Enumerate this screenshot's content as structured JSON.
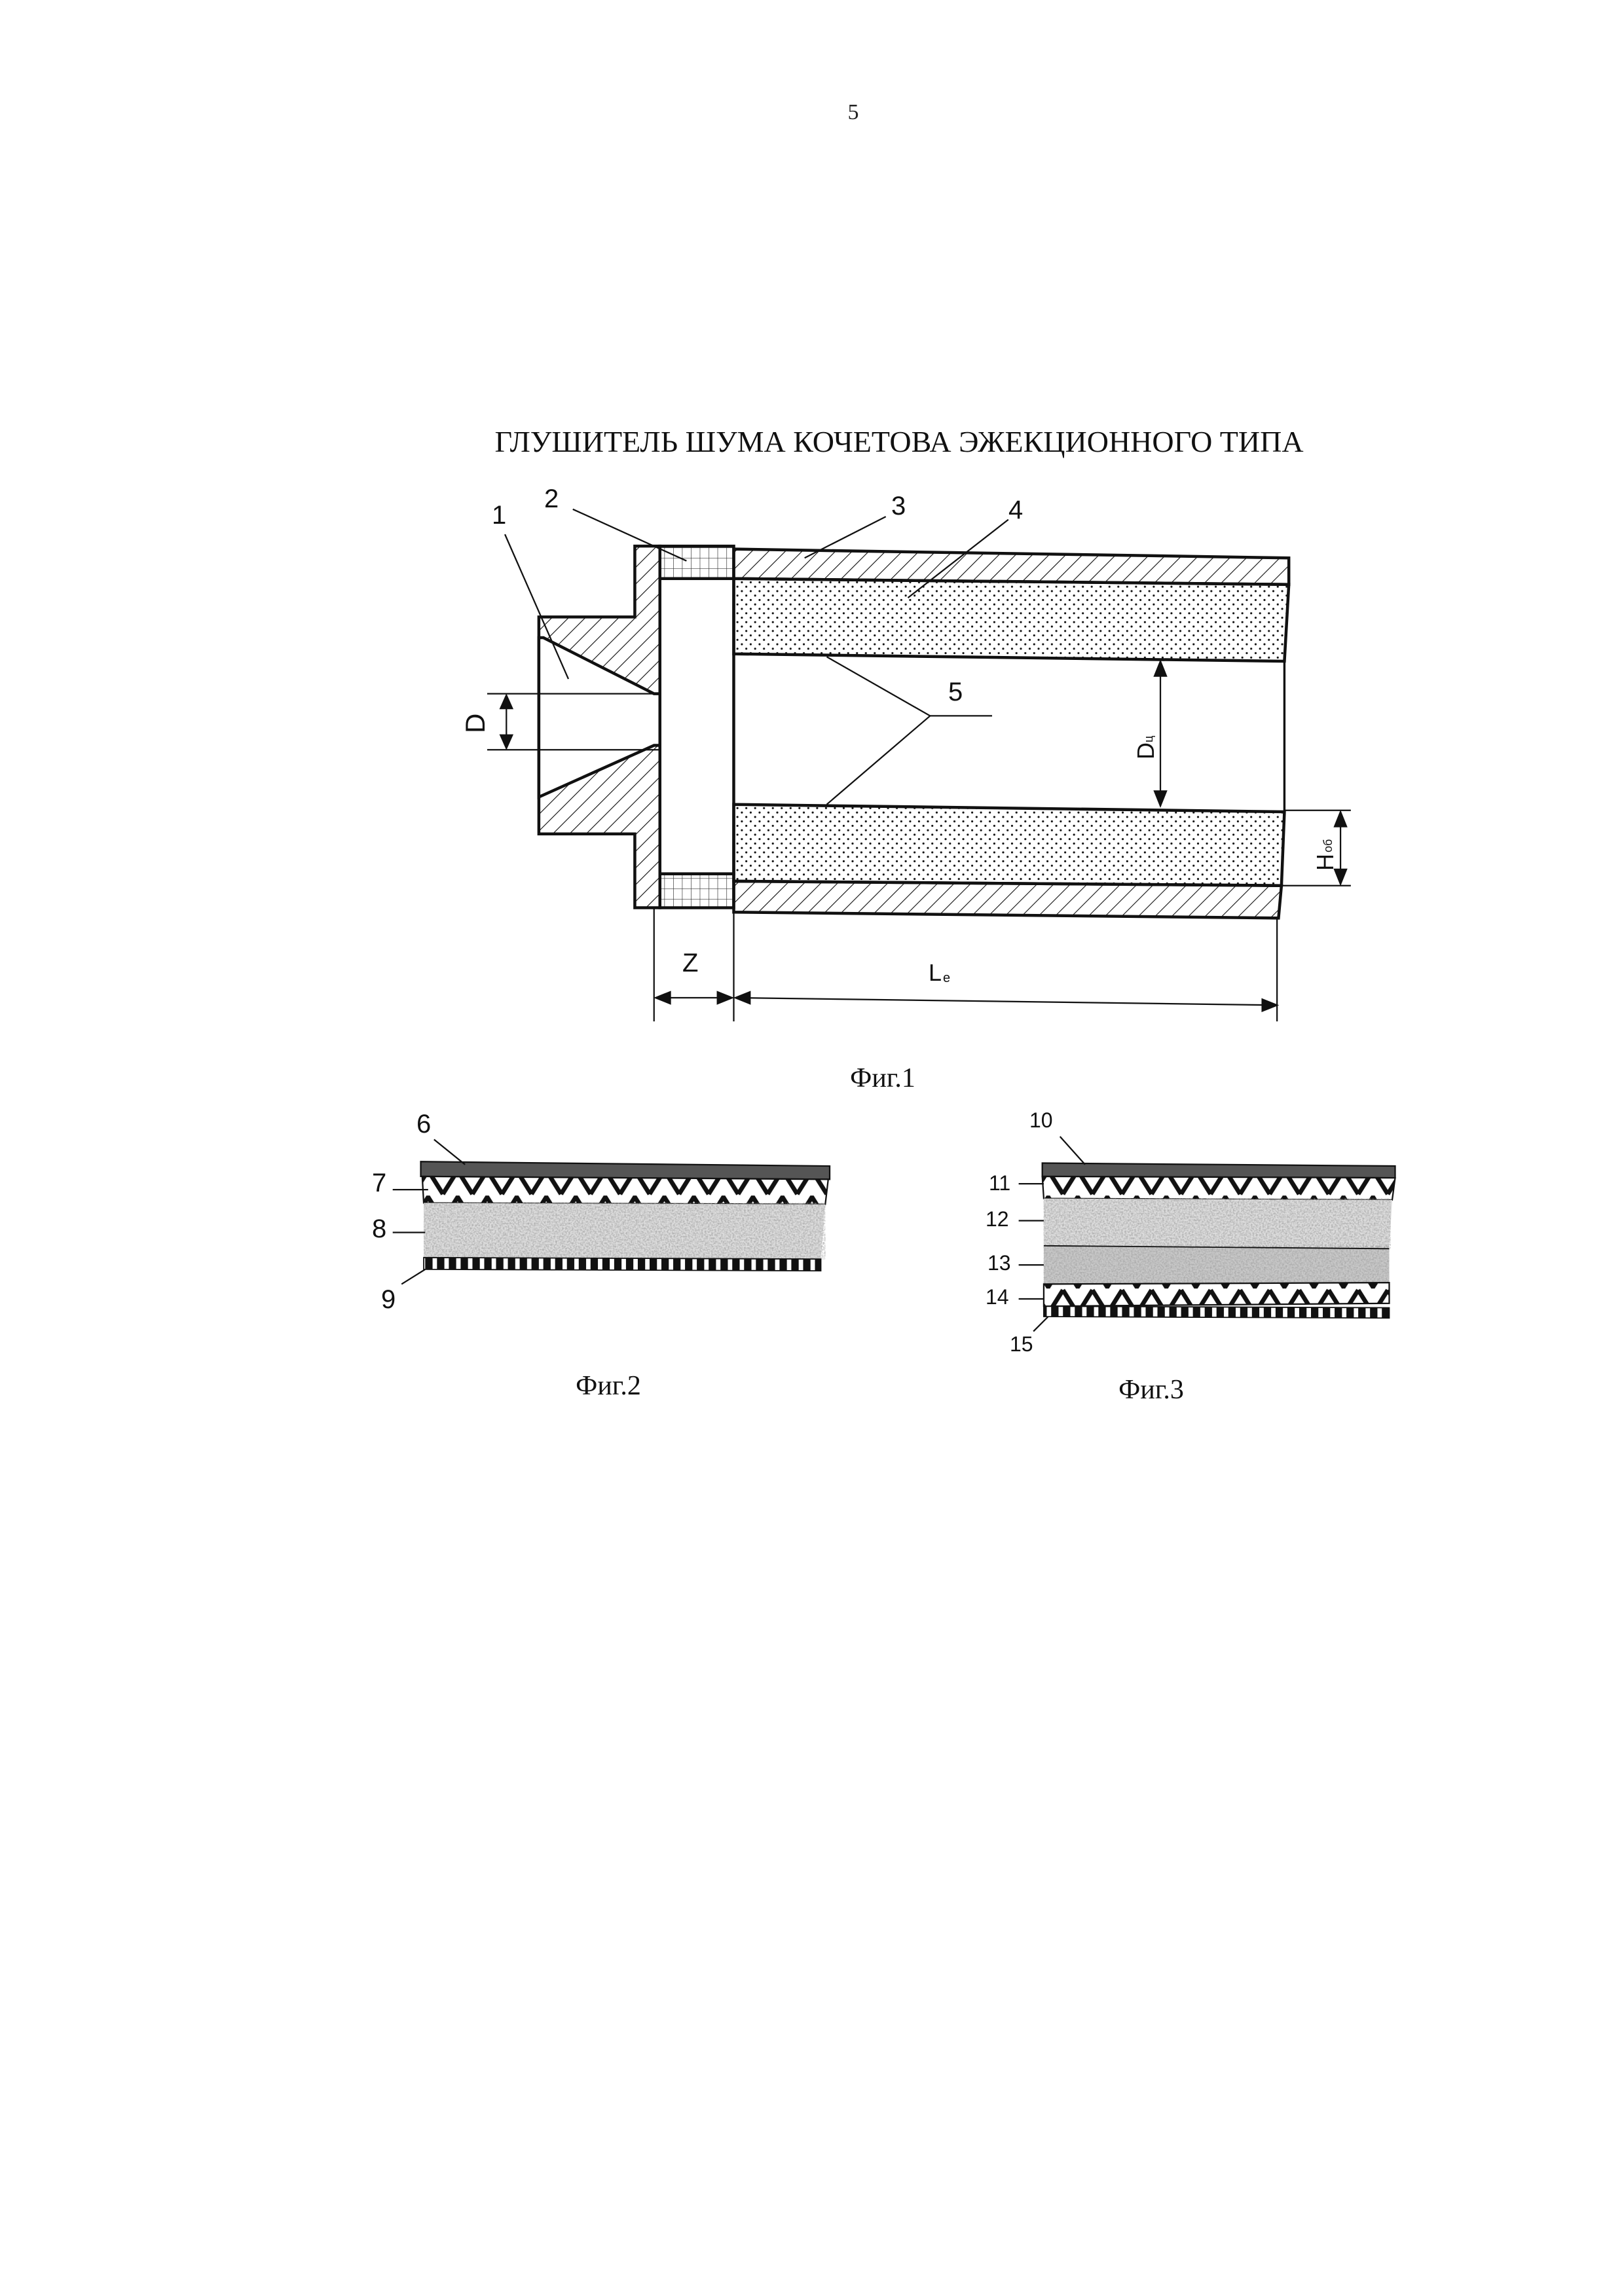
{
  "page_number": "5",
  "title": "ГЛУШИТЕЛЬ ШУМА КОЧЕТОВА ЭЖЕКЦИОННОГО ТИПА",
  "figure1": {
    "caption": "Фиг.1",
    "labels": [
      "1",
      "2",
      "3",
      "4",
      "5"
    ],
    "dimensions": {
      "D": "D",
      "Dc_main": "D",
      "Dc_sub": "ц",
      "H_main": "H",
      "H_sub": "об",
      "Z": "Z",
      "L_main": "L",
      "L_sub": "е"
    }
  },
  "figure2": {
    "caption": "Фиг.2",
    "labels": [
      "6",
      "7",
      "8",
      "9"
    ]
  },
  "figure3": {
    "caption": "Фиг.3",
    "labels": [
      "10",
      "11",
      "12",
      "13",
      "14",
      "15"
    ]
  },
  "colors": {
    "ink": "#111111",
    "band": "#555555",
    "paper": "#ffffff"
  }
}
